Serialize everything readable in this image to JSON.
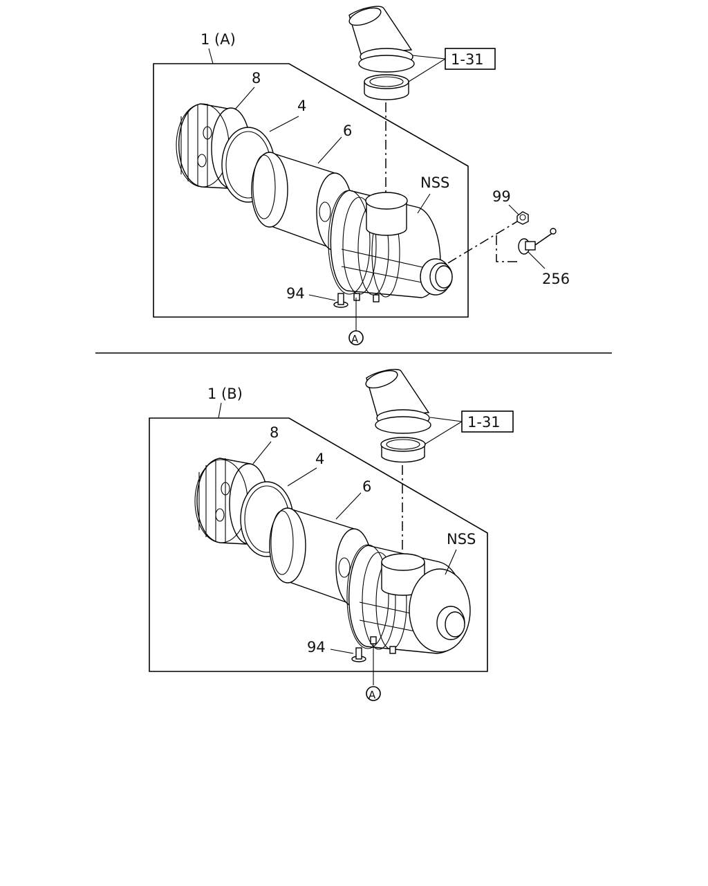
{
  "diagram": {
    "assembly_a": {
      "title": "1 (A)",
      "labels": {
        "cover": "8",
        "gasket": "4",
        "element": "6",
        "not_serviced": "NSS",
        "clamp_ref": "1-31",
        "nut": "99",
        "indicator": "256",
        "bolt": "94",
        "view_marker": "A"
      }
    },
    "assembly_b": {
      "title": "1 (B)",
      "labels": {
        "cover": "8",
        "gasket": "4",
        "element": "6",
        "not_serviced": "NSS",
        "clamp_ref": "1-31",
        "bolt": "94",
        "view_marker": "A"
      }
    }
  }
}
